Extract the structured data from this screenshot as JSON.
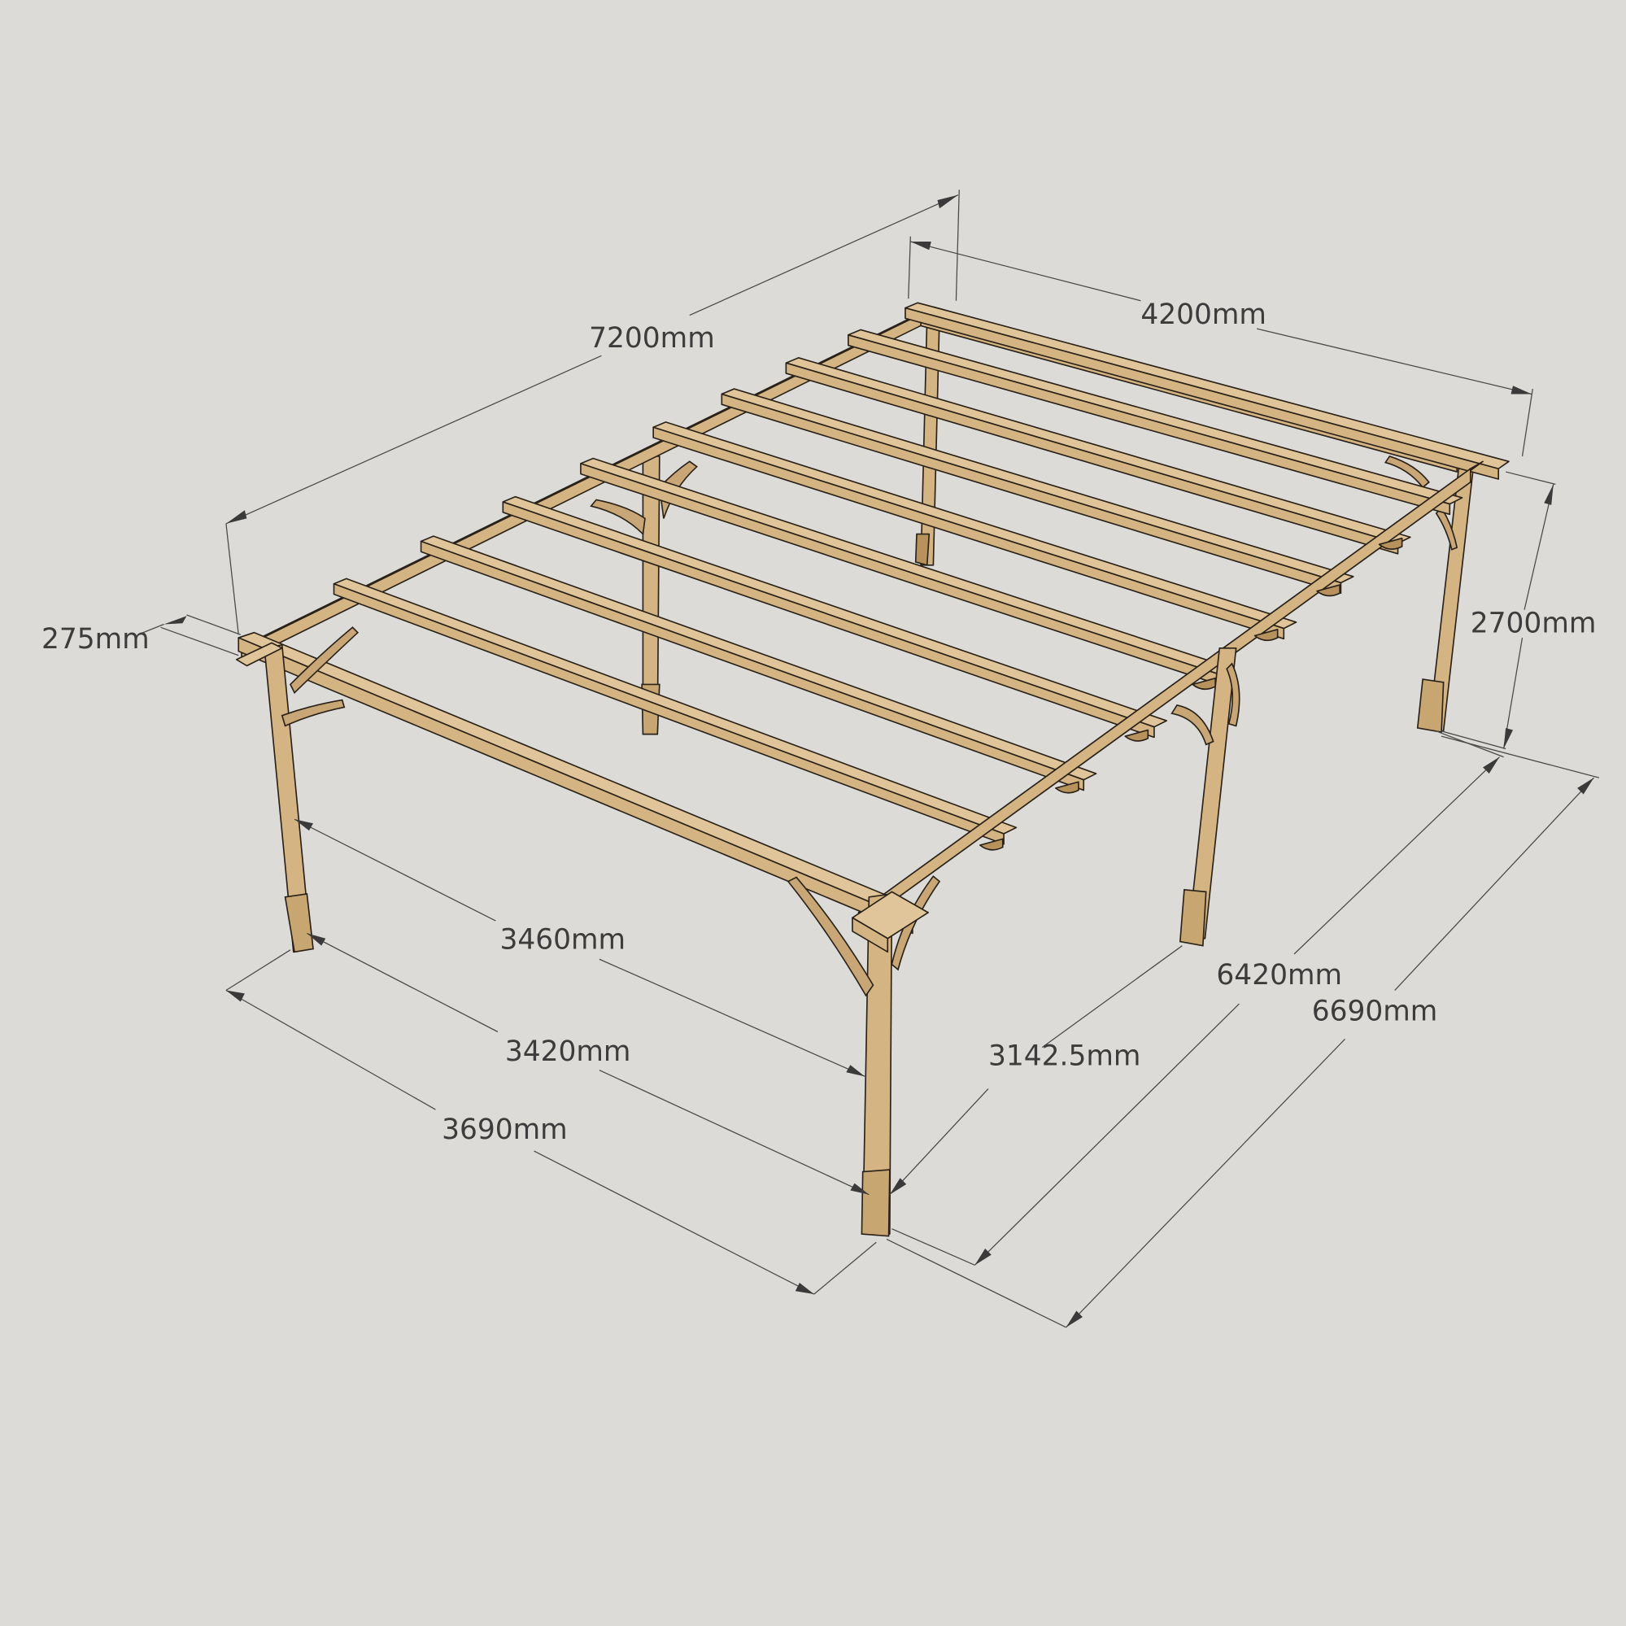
{
  "diagram": {
    "subject": "Pergola with rafters, posts and corner braces",
    "background_color": "#dcdbd7",
    "wood_color": "#d4b483",
    "dimension_line_color": "#4a4a4a",
    "label_color": "#3c3c3c"
  },
  "dimensions": {
    "overall_length": "7200mm",
    "overall_width_top": "4200mm",
    "overhang": "275mm",
    "height": "2700mm",
    "post_span_length": "3460mm",
    "post_span_inner": "3420mm",
    "post_span_outer": "3690mm",
    "post_width_span": "3142.5mm",
    "base_width_inner": "6420mm",
    "base_width_outer": "6690mm"
  }
}
